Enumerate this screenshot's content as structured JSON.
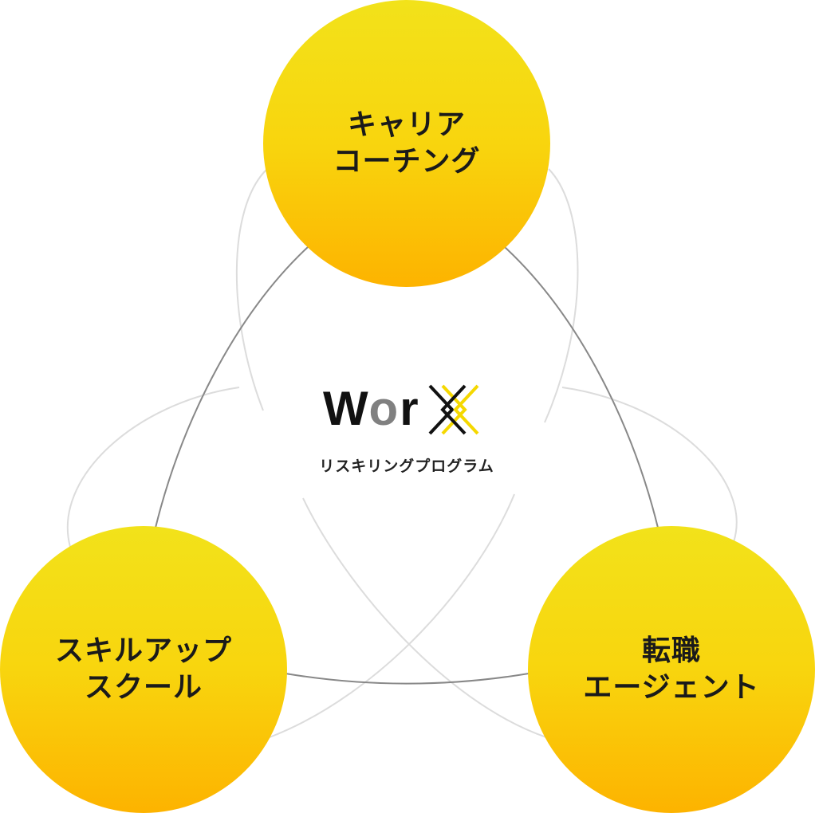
{
  "center": {
    "logo_text": "WorX",
    "logo_parts": {
      "w": "W",
      "o": "o",
      "r": "r"
    },
    "subtitle": "リスキリングプログラム"
  },
  "nodes": [
    {
      "lines": [
        "キャリア",
        "コーチング"
      ]
    },
    {
      "lines": [
        "スキルアップ",
        "スクール"
      ]
    },
    {
      "lines": [
        "転職",
        "エージェント"
      ]
    }
  ],
  "colors": {
    "circle_top": "#f2e21a",
    "circle_bottom": "#fdb300",
    "accent_yellow": "#f5d800",
    "dark_line": "#888888",
    "light_line": "#dddddd"
  }
}
